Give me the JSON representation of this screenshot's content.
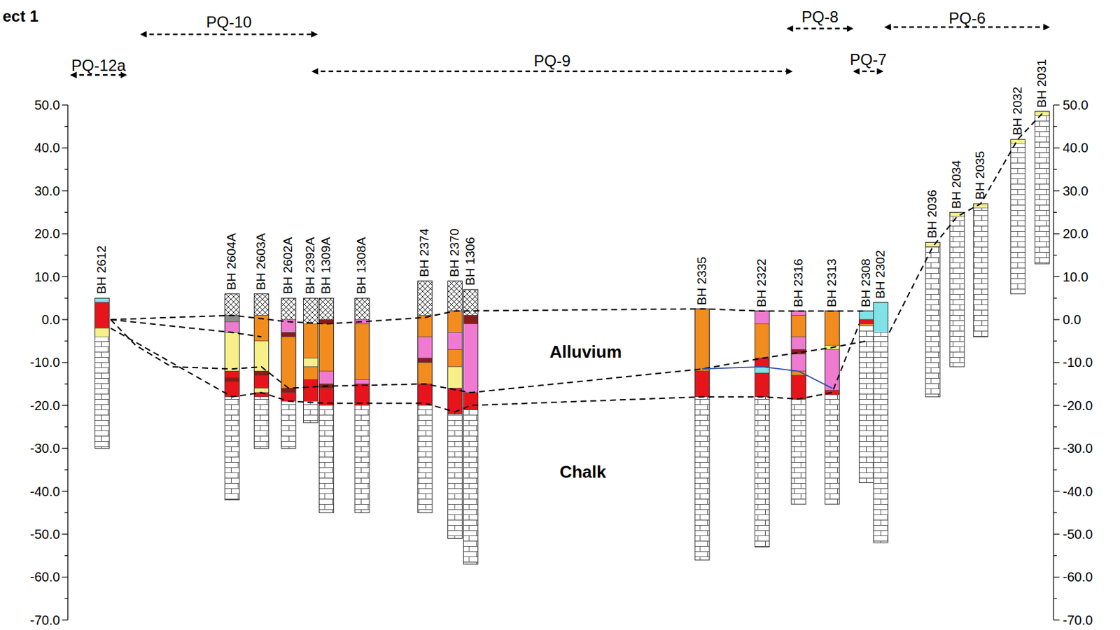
{
  "diagram": {
    "labels": [
      "ect 1",
      "PQ-10",
      "PQ-12a",
      "PQ-9",
      "PQ-8",
      "PQ-7",
      "PQ-6",
      "50.0",
      "40.0",
      "30.0",
      "20.0",
      "10.0",
      "0.0",
      "-10.0",
      "-20.0",
      "-30.0",
      "-40.0",
      "-50.0",
      "-60.0",
      "-70.0",
      "50.0",
      "40.0",
      "30.0",
      "20.0",
      "10.0",
      "0.0",
      "-10.0",
      "-20.0",
      "-30.0",
      "-40.0",
      "-50.0",
      "-60.0",
      "-70.0",
      "BH 2612",
      "BH 2604A",
      "BH 2603A",
      "BH 2602A",
      "BH 2392A",
      "BH 1309A",
      "BH 1308A",
      "BH 2374",
      "BH 2370",
      "BH 1306",
      "BH 2335",
      "BH 2322",
      "BH 2316",
      "BH 2313",
      "BH 2308",
      "BH 2302",
      "BH 2036",
      "BH 2034",
      "BH 2035",
      "BH 2032",
      "BH 2031",
      "Alluvium",
      "Chalk"
    ]
  }
}
